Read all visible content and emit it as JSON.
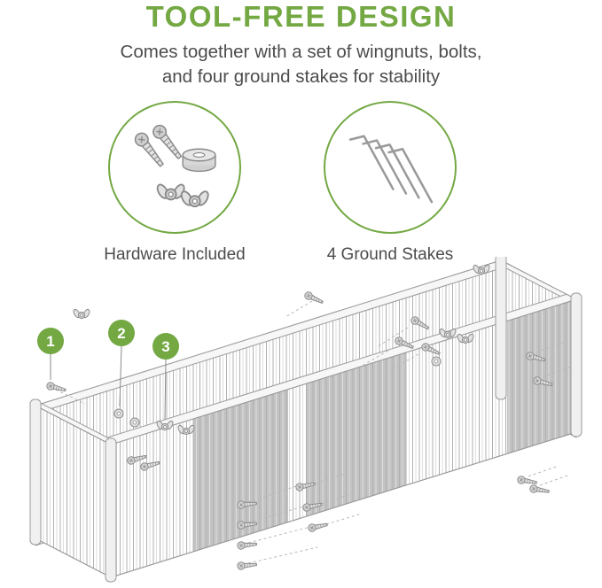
{
  "header": {
    "title": "TOOL-FREE DESIGN",
    "subtitle_line1": "Comes together with a set of wingnuts, bolts,",
    "subtitle_line2": "and four ground stakes for stability"
  },
  "features": {
    "hardware": {
      "label": "Hardware Included"
    },
    "stakes": {
      "label": "4 Ground Stakes"
    }
  },
  "diagram": {
    "callouts": [
      {
        "number": "1"
      },
      {
        "number": "2"
      },
      {
        "number": "3"
      }
    ]
  },
  "colors": {
    "accent_green": "#73A843",
    "text_gray": "#4C4C4C",
    "line_gray": "#9A9A9A",
    "panel_gray": "#C3C3C3"
  }
}
